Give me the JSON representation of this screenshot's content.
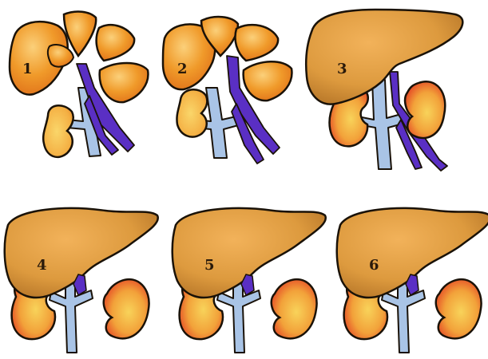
{
  "panels": [
    {
      "label": "1",
      "stage": "lobed",
      "kidneys": "left-only"
    },
    {
      "label": "2",
      "stage": "lobed",
      "kidneys": "left-only"
    },
    {
      "label": "3",
      "stage": "fused",
      "kidneys": "both"
    },
    {
      "label": "4",
      "stage": "fused",
      "kidneys": "both"
    },
    {
      "label": "5",
      "stage": "fused",
      "kidneys": "both"
    },
    {
      "label": "6",
      "stage": "fused",
      "kidneys": "both"
    }
  ],
  "colors": {
    "liver_light": "#f5b04a",
    "liver_mid": "#e39a3a",
    "liver_dark": "#b87a2a",
    "lobe_orange": "#f08a1a",
    "kidney_yellow": "#f5c242",
    "kidney_red": "#e8452a",
    "vessel_blue": "#a9c4e6",
    "vein_purple": "#5a2fc4",
    "outline": "#1a1208"
  }
}
